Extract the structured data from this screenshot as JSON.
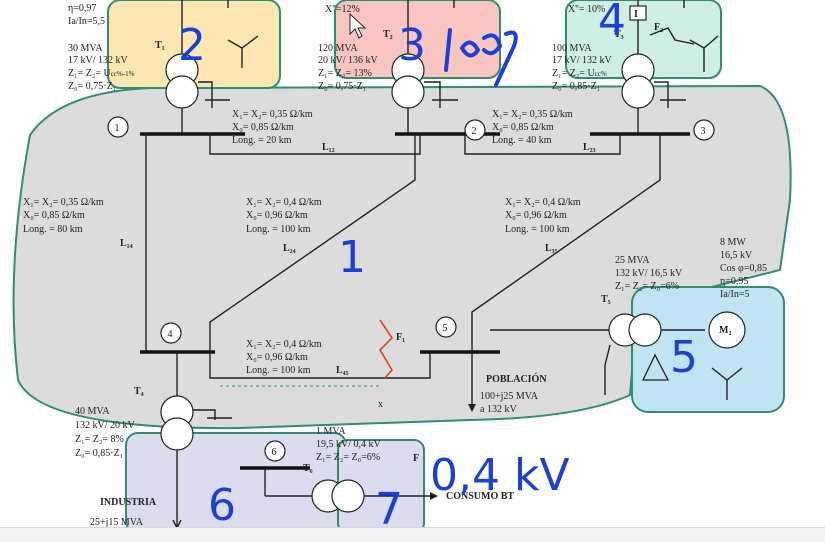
{
  "t1": {
    "eta": "η=0,97",
    "iain": "Ia/In=5,5",
    "lines": [
      "30 MVA",
      "17 kV/ 132 kV",
      "Z₁= Z₂= U",
      "Z₀= 0,75·Z₁"
    ],
    "z1_tail": "cc%-1%",
    "name": "T₁"
  },
  "t2": {
    "xpp": "X''=12%",
    "lines": [
      "120 MVA",
      "20 kV/ 136 kV",
      "Z₁= Z₂= 13%",
      "Z₀= 0,75·Z₁"
    ],
    "name": "T₂"
  },
  "t3": {
    "xpp": "X''= 10%",
    "lines": [
      "100 MVA",
      "17 kV/ 132 kV",
      "Z₁= Z₂= U",
      "Z₀= 0,85·Z₁"
    ],
    "z1_tail": "cc%",
    "name": "T₃",
    "i_label": "I",
    "fault": "F₂"
  },
  "l12": {
    "params": [
      "X₁= X₂= 0,35 Ω/km",
      "X₀= 0,85 Ω/km",
      "Long. = 20 km"
    ],
    "name": "L₁₂"
  },
  "l23": {
    "params": [
      "X₁= X₂= 0,35 Ω/km",
      "X₀= 0,85 Ω/km",
      "Long. = 40 km"
    ],
    "name": "L₂₃"
  },
  "l14": {
    "params": [
      "X₁= X₂= 0,35 Ω/km",
      "X₀= 0,85 Ω/km",
      "Long. = 80 km"
    ],
    "name": "L₁₄"
  },
  "l24": {
    "params": [
      "X₁= X₂= 0,4 Ω/km",
      "X₀= 0,96 Ω/km",
      "Long. = 100 km"
    ],
    "name": "L₂₄"
  },
  "l35": {
    "params": [
      "X₁= X₂= 0,4 Ω/km",
      "X₀= 0,96 Ω/km",
      "Long. = 100 km"
    ],
    "name": "L₃₅"
  },
  "l45": {
    "params": [
      "X₁= X₂= 0,4 Ω/km",
      "X₀= 0,96 Ω/km",
      "Long. = 100 km"
    ],
    "name": "L₄₅",
    "fault": "F₁",
    "x": "x"
  },
  "t5": {
    "lines": [
      "25 MVA",
      "132 kV/ 16,5 kV",
      "Z₁= Z₂= Z₀=6%"
    ],
    "name": "T₅"
  },
  "m2": {
    "lines": [
      "8 MW",
      "16,5 kV",
      "Cos φ=0,85",
      "η=0,95",
      "Ia/In=5"
    ],
    "name": "M₂"
  },
  "poblacion": {
    "title": "POBLACIÓN",
    "lines": [
      "100+j25 MVA",
      "a 132 kV"
    ]
  },
  "t4": {
    "lines": [
      "40 MVA",
      "132 kV/ 20 kV",
      "Z₁= Z₂= 8%",
      "Z₀= 0,85·Z₁"
    ],
    "name": "T₄"
  },
  "t6": {
    "lines": [
      "1 MVA",
      "19,5 kV/ 0,4 kV",
      "Z₁= Z₂= Z₀=6%"
    ],
    "name": "T₆",
    "fault": "F"
  },
  "industria": {
    "title": "INDUSTRIA",
    "load": "25+j15 MVA"
  },
  "consumo": "CONSUMO BT",
  "nodes": [
    "1",
    "2",
    "3",
    "4",
    "5",
    "6"
  ],
  "handwriting": {
    "n1": "1",
    "n2": "2",
    "n3": "3",
    "n4": "4",
    "n5": "5",
    "n6": "6",
    "n7": "7",
    "note": "0,4 kV"
  },
  "colors": {
    "yellow": "#fbe6b4",
    "red": "#f9c5c1",
    "teal": "#cfeee4",
    "gray": "#dcdcdc",
    "blue": "#bfe4f4",
    "lavender": "#dcdcf0",
    "green_border": "#2f8f6f",
    "ink": "#1c3fd6",
    "fault": "#e0401f"
  }
}
